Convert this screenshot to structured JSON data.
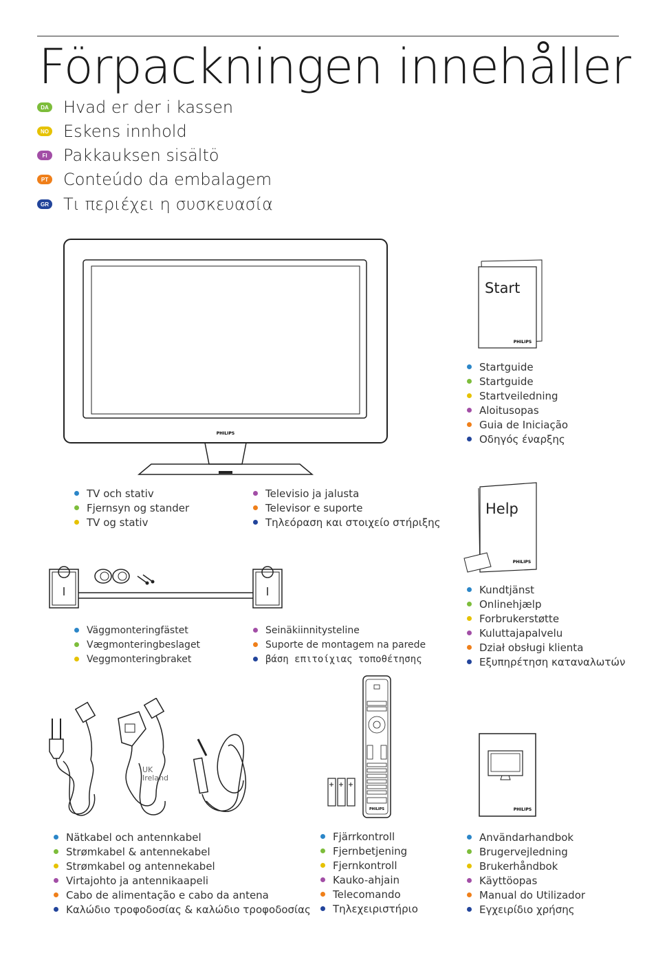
{
  "page": {
    "title": "Förpackningen innehåller",
    "languages": [
      {
        "code": "DA",
        "text": "Hvad er der i kassen",
        "color": "#7dbd3b"
      },
      {
        "code": "NO",
        "text": "Eskens innhold",
        "color": "#e6c200"
      },
      {
        "code": "FI",
        "text": "Pakkauksen sisältö",
        "color": "#a24ea6"
      },
      {
        "code": "PT",
        "text": "Conteúdo da embalagem",
        "color": "#ef7f1a"
      },
      {
        "code": "GR",
        "text": "Τι περιέχει η συσκευασία",
        "color": "#22449b"
      }
    ]
  },
  "bullet_colors": {
    "blue": "#2b86c8",
    "green": "#7dbd3b",
    "yellow": "#e6c200",
    "purple": "#a24ea6",
    "orange": "#ef7f1a",
    "navy": "#22449b"
  },
  "figures": {
    "tv_brand": "PHILIPS",
    "start_booklet": {
      "label": "Start",
      "brand": "PHILIPS"
    },
    "help_booklet": {
      "label": "Help",
      "brand": "PHILIPS"
    },
    "manual_brand": "PHILIPS",
    "remote_brand": "PHILIPS",
    "uk_label": [
      "UK",
      "Ireland"
    ]
  },
  "sections": {
    "tv_col1": [
      "TV och stativ",
      "Fjernsyn og stander",
      "TV og stativ"
    ],
    "tv_col2": [
      "Televisio ja jalusta",
      "Televisor e suporte",
      "Τηλεόραση και στοιχείο στήριξης"
    ],
    "start": [
      "Startguide",
      "Startguide",
      "Startveiledning",
      "Aloitusopas",
      "Guia de Iniciação",
      "Οδηγός έναρξης"
    ],
    "help": [
      "Kundtjänst",
      "Onlinehjælp",
      "Forbrukerstøtte",
      "Kuluttajapalvelu",
      "Dział obsługi klienta",
      "Εξυπηρέτηση καταναλωτών"
    ],
    "wall_col1": [
      "Väggmonteringfästet",
      "Vægmonteringbeslaget",
      "Veggmonteringbraket"
    ],
    "wall_col2": [
      "Seinäkiinnitysteline",
      "Suporte de montagem na parede",
      "βάση επιτοίχιας τοποθέτησης"
    ],
    "cables": [
      "Nätkabel och antennkabel",
      "Strømkabel & antennekabel",
      "Strømkabel og antennekabel",
      "Virtajohto ja antennikaapeli",
      "Cabo de alimentação e cabo da antena",
      "Καλώδιο τροφοδοσίας & καλώδιο τροφοδοσίας"
    ],
    "remote": [
      "Fjärrkontroll",
      "Fjernbetjening",
      "Fjernkontroll",
      "Kauko-ahjain",
      "Telecomando",
      "Τηλεχειριστήριο"
    ],
    "manual": [
      "Användarhandbok",
      "Brugervejledning",
      "Brukerhåndbok",
      "Käyttöopas",
      "Manual do Utilizador",
      "Εγχειρίδιο χρήσης"
    ]
  }
}
